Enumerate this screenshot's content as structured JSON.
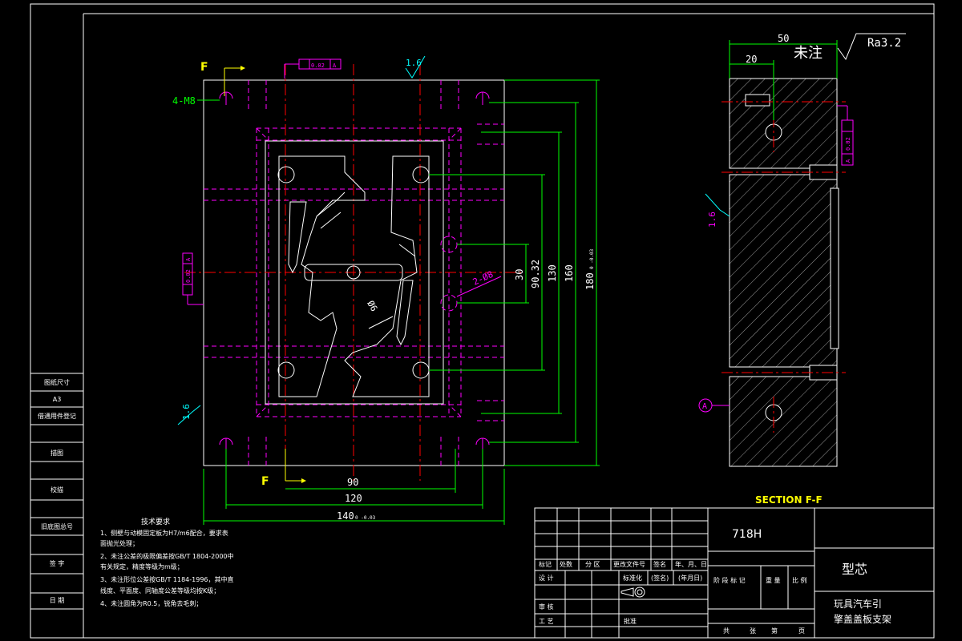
{
  "colors": {
    "background": "#000000",
    "border": "#ffffff",
    "dimension": "#00ff00",
    "center": "#ff0000",
    "hidden": "#ff00ff",
    "section_label": "#ffff00",
    "text": "#ffffff",
    "cyan": "#00ffff"
  },
  "left_panel": {
    "rows": [
      "图纸尺寸",
      "A3",
      "借通用件登记",
      "",
      "描图",
      "",
      "校描",
      "",
      "旧底图总号",
      "",
      "签 字",
      "",
      "日 期"
    ]
  },
  "plan_view": {
    "section_mark_top": "F",
    "section_mark_bottom": "F",
    "hole_note": "4-M8",
    "pin_note": "2-Ø8",
    "center_hole_note": "Ø6",
    "roughness_top": "1.6",
    "roughness_left": "1.6",
    "flatness_tol_top": "0.02",
    "flatness_datum_top": "A",
    "flatness_tol_left": "0.02",
    "flatness_datum_left": "A",
    "dims_horizontal": [
      "90",
      "120",
      "140"
    ],
    "dim_140_tol": "0 -0.03",
    "dims_vertical": [
      "30",
      "90.32",
      "130",
      "160",
      "180"
    ],
    "dim_180_tol": "0 -0.03"
  },
  "section_view": {
    "title": "SECTION F-F",
    "dim_top_outer": "50",
    "dim_top_inner": "20",
    "not_noted": "未注",
    "roughness_general": "Ra3.2",
    "roughness_side": "1.6",
    "parallel_tol": "0.02",
    "parallel_datum": "A",
    "datum_label": "A"
  },
  "tech_requirements": {
    "title": "技术要求",
    "items": [
      "1、侧壁与动模固定板为H7/m6配合，要求表",
      "   面抛光处理；",
      "2、未注公差的极限偏差按GB/T 1804-2000中",
      "   有关规定，精度等级为m级；",
      "3、未注形位公差按GB/T 1184-1996，其中直",
      "   线度、平面度、同轴度公差等级均按K级；",
      "4、未注圆角为R0.5，锐角去毛刺；"
    ]
  },
  "title_block": {
    "material": "718H",
    "part_name": "型芯",
    "product_line1": "玩具汽车引",
    "product_line2": "擎盖盖板支架",
    "rev_headers": [
      "标记",
      "处数",
      "分 区",
      "更改文件号",
      "签名",
      "年、月、日"
    ],
    "row_design": "设 计",
    "row_standard": "标准化",
    "row_sign": "(签名)",
    "row_date": "(年月日)",
    "row_review": "审 核",
    "row_process": "工 艺",
    "row_approve": "批准",
    "stage_headers": [
      "阶 段 标 记",
      "重 量",
      "比 例"
    ],
    "sheet_labels": [
      "共",
      "张",
      "第",
      "页"
    ]
  }
}
